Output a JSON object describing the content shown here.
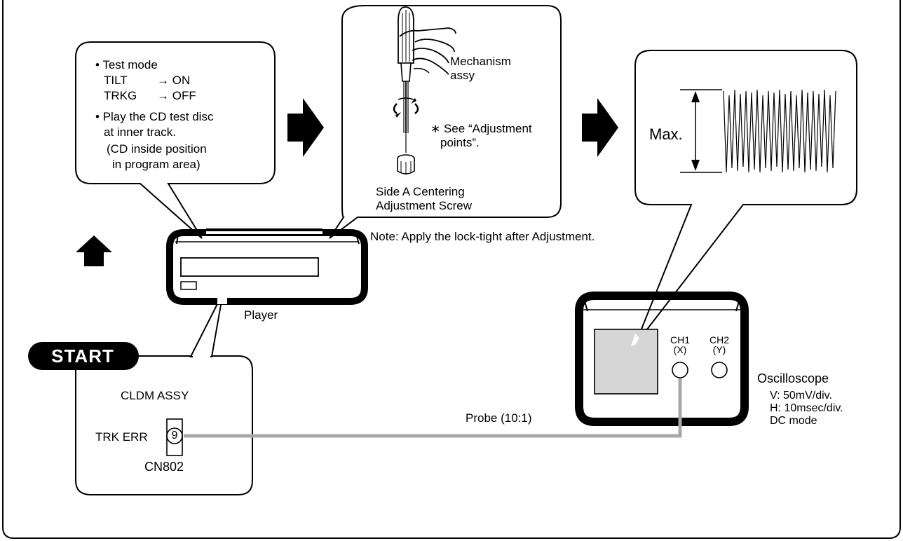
{
  "panel1": {
    "lines": [
      "• Test mode",
      "TILT",
      "→ ON",
      "TRKG",
      "→ OFF",
      "• Play the CD test disc",
      "at inner track.",
      "(CD inside position",
      "in program area)"
    ]
  },
  "panel2": {
    "mechanism_label": [
      "Mechanism",
      "assy"
    ],
    "note_star": "∗ See “Adjustment",
    "note_star2": "points”.",
    "screw_label": [
      "Side A Centering",
      "Adjustment Screw"
    ]
  },
  "panel3": {
    "max_label": "Max."
  },
  "note": "Note: Apply the lock-tight after Adjustment.",
  "player_label": "Player",
  "start_label": "START",
  "cldm": {
    "title": "CLDM ASSY",
    "trk_err": "TRK ERR",
    "pin": "9",
    "connector": "CN802"
  },
  "probe_label": "Probe (10:1)",
  "scope": {
    "ch1": "CH1",
    "ch1_sub": "(X)",
    "ch2": "CH2",
    "ch2_sub": "(Y)",
    "name": "Oscilloscope",
    "settings": [
      "V: 50mV/div.",
      "H: 10msec/div.",
      "DC mode"
    ]
  },
  "colors": {
    "frame": "#000000",
    "probe": "#a8a8a8",
    "screen": "#d6d6d6"
  }
}
